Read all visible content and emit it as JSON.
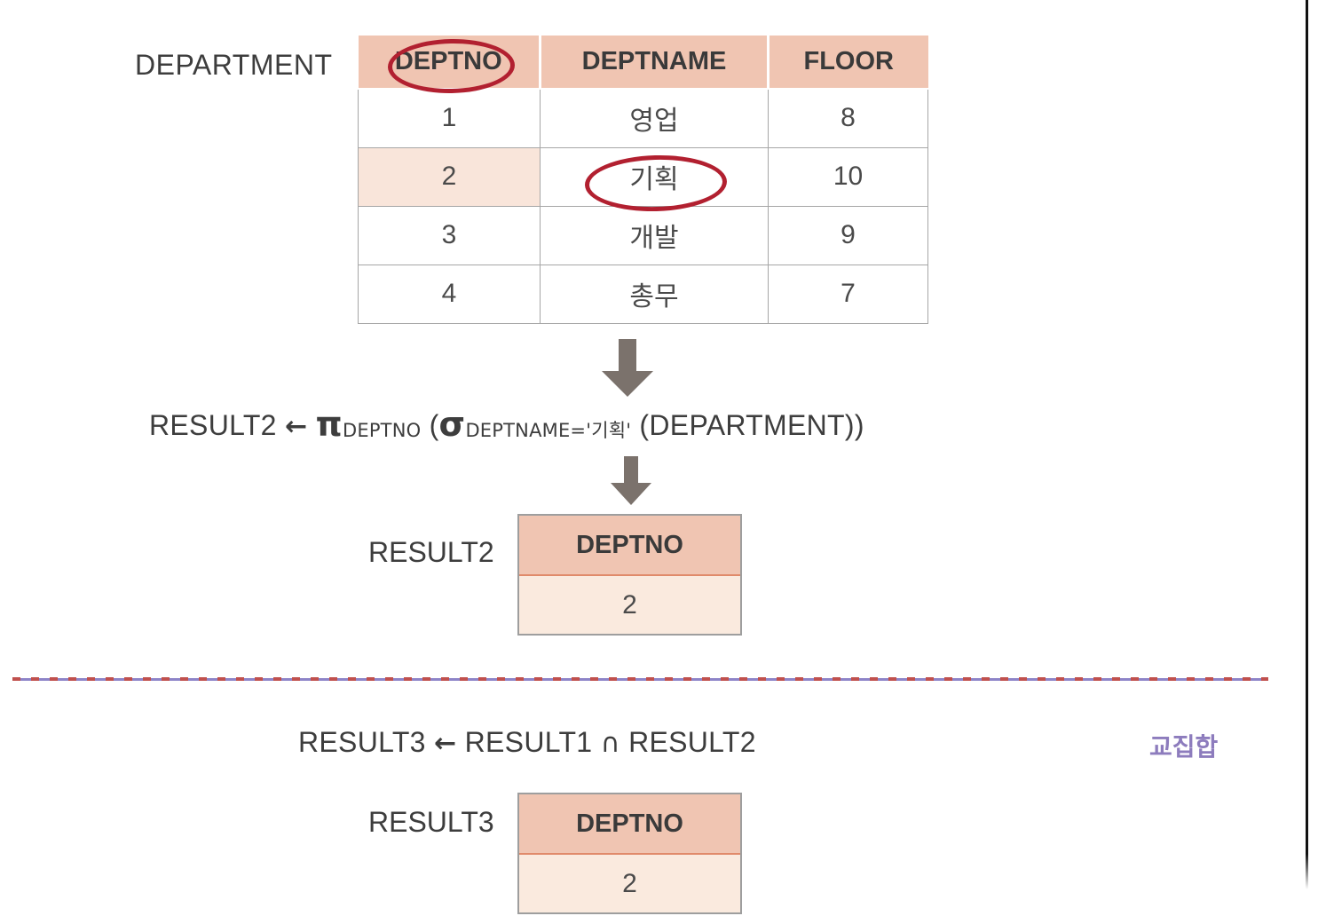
{
  "page": {
    "department_label": "DEPARTMENT"
  },
  "department_table": {
    "name": "DEPARTMENT",
    "columns": [
      "DEPTNO",
      "DEPTNAME",
      "FLOOR"
    ],
    "rows": [
      {
        "deptno": "1",
        "deptname": "영업",
        "floor": "8"
      },
      {
        "deptno": "2",
        "deptname": "기획",
        "floor": "10"
      },
      {
        "deptno": "3",
        "deptname": "개발",
        "floor": "9"
      },
      {
        "deptno": "4",
        "deptname": "총무",
        "floor": "7"
      }
    ]
  },
  "annotations": {
    "circled_column": "DEPTNO",
    "circled_value": "기획",
    "intersection_note": "교집합",
    "note_color": "#8d7cbd",
    "ellipse_color": "#b22030"
  },
  "formula_result2": {
    "target": "RESULT2",
    "assign": "←",
    "project_symbol": "π",
    "project_attrs": "DEPTNO",
    "open_paren": "(",
    "select_symbol": "σ",
    "select_condition": "DEPTNAME='기획'",
    "inner_open": "(",
    "relation": "DEPARTMENT",
    "close_parens": "))",
    "full_text": "RESULT2 ← πDEPTNO (σDEPTNAME='기획' (DEPARTMENT))"
  },
  "formula_result3": {
    "target": "RESULT3",
    "assign": "←",
    "left_operand": "RESULT1",
    "operator": "∩",
    "right_operand": "RESULT2",
    "full_text": "RESULT3 ← RESULT1 ∩ RESULT2"
  },
  "result2_box": {
    "label": "RESULT2",
    "column": "DEPTNO",
    "values": [
      "2"
    ]
  },
  "result3_box": {
    "label": "RESULT3",
    "column": "DEPTNO",
    "values": [
      "2"
    ]
  },
  "colors": {
    "header_fill": "#f0c5b2",
    "row_highlight": "#f9e5da",
    "result_cell_fill": "#faeade",
    "arrow_fill": "#7b726c",
    "divider_purple": "#8d84c8",
    "divider_red": "#c0504d"
  }
}
